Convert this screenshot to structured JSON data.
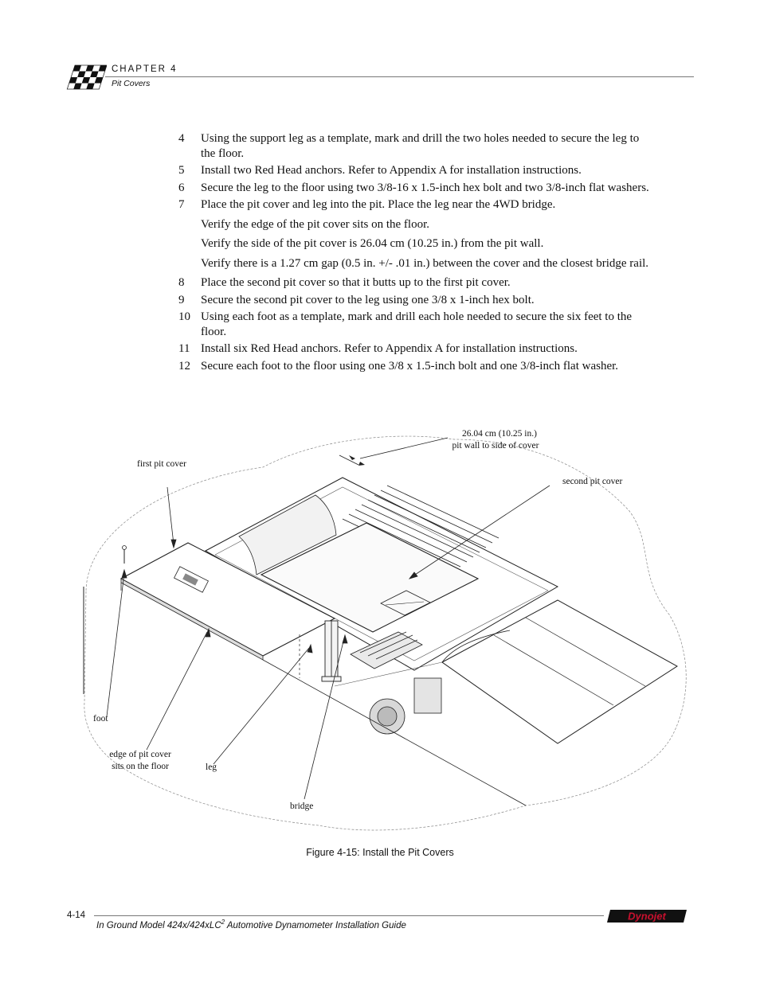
{
  "header": {
    "chapter": "CHAPTER 4",
    "section": "Pit Covers"
  },
  "steps": [
    {
      "num": "4",
      "text": "Using the support leg as a template, mark and drill the two holes needed to secure the leg to the floor."
    },
    {
      "num": "5",
      "text": "Install two Red Head anchors. Refer to Appendix A for installation instructions."
    },
    {
      "num": "6",
      "text": "Secure the leg to the floor using two 3/8-16 x 1.5-inch hex bolt and two 3/8-inch flat washers."
    },
    {
      "num": "7",
      "text": "Place the pit cover and leg into the pit. Place the leg near the 4WD bridge."
    },
    {
      "sub": "Verify the edge of the pit cover sits on the floor."
    },
    {
      "sub": "Verify the side of the pit cover is 26.04 cm (10.25 in.) from the pit wall."
    },
    {
      "sub": "Verify there is a 1.27 cm gap (0.5 in. +/- .01 in.) between the cover and the closest bridge rail."
    },
    {
      "num": "8",
      "text": "Place the second pit cover so that it butts up to the first pit cover."
    },
    {
      "num": "9",
      "text": "Secure the second pit cover to the leg using one 3/8 x 1-inch hex bolt."
    },
    {
      "num": "10",
      "text": "Using each foot as a template, mark and drill each hole needed to secure the six feet to the floor."
    },
    {
      "num": "11",
      "text": "Install six Red Head anchors. Refer to Appendix A for installation instructions."
    },
    {
      "num": "12",
      "text": "Secure each foot to the floor using one 3/8 x 1.5-inch bolt and one 3/8-inch flat washer."
    }
  ],
  "figure": {
    "labels": {
      "measure_line1": "26.04 cm (10.25 in.)",
      "measure_line2": "pit wall to side of cover",
      "first_cover": "first pit cover",
      "second_cover": "second pit cover",
      "foot": "foot",
      "edge_line1": "edge of pit cover",
      "edge_line2": "sits on the floor",
      "leg": "leg",
      "bridge": "bridge"
    },
    "caption": "Figure 4-15: Install the Pit Covers"
  },
  "footer": {
    "page_number": "4-14",
    "title_main": "In Ground Model 424x/424xLC",
    "title_sup": "2",
    "title_rest": " Automotive Dynamometer Installation Guide",
    "logo_text": "Dynojet",
    "logo_color": "#c8102e"
  }
}
